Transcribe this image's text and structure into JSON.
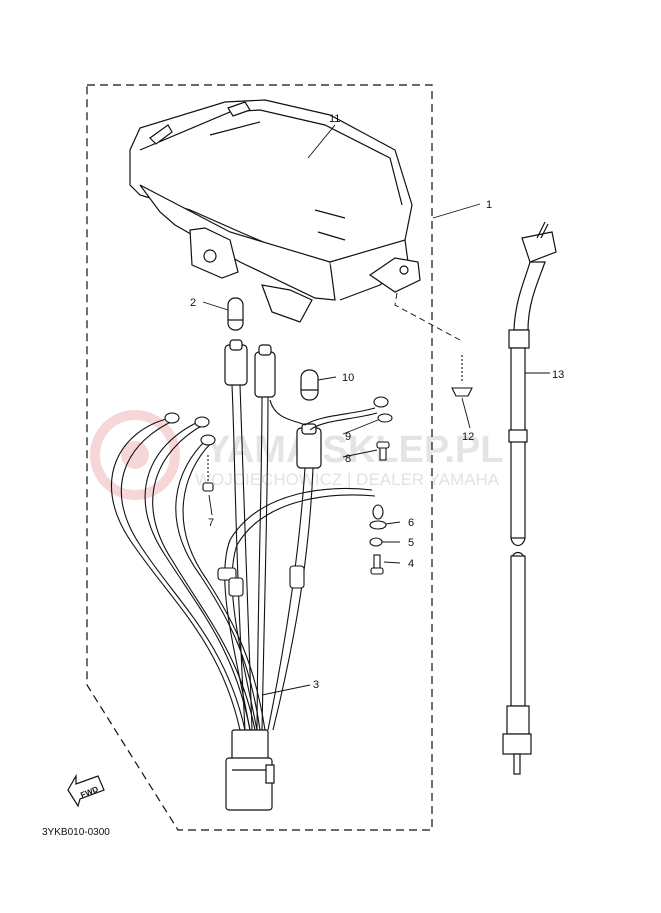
{
  "diagram": {
    "drawing_code": "3YKB010-0300",
    "fwd_label": "FWD",
    "watermark": {
      "brand": "YAMA SKLEP.PL",
      "tagline": "WOJCIECHOWICZ | DEALER YAMAHA"
    },
    "callouts": {
      "p1": "1",
      "p2": "2",
      "p3": "3",
      "p4": "4",
      "p5": "5",
      "p6": "6",
      "p7": "7",
      "p8": "8",
      "p9": "9",
      "p10": "10",
      "p11": "11",
      "p12": "12",
      "p13": "13"
    }
  }
}
